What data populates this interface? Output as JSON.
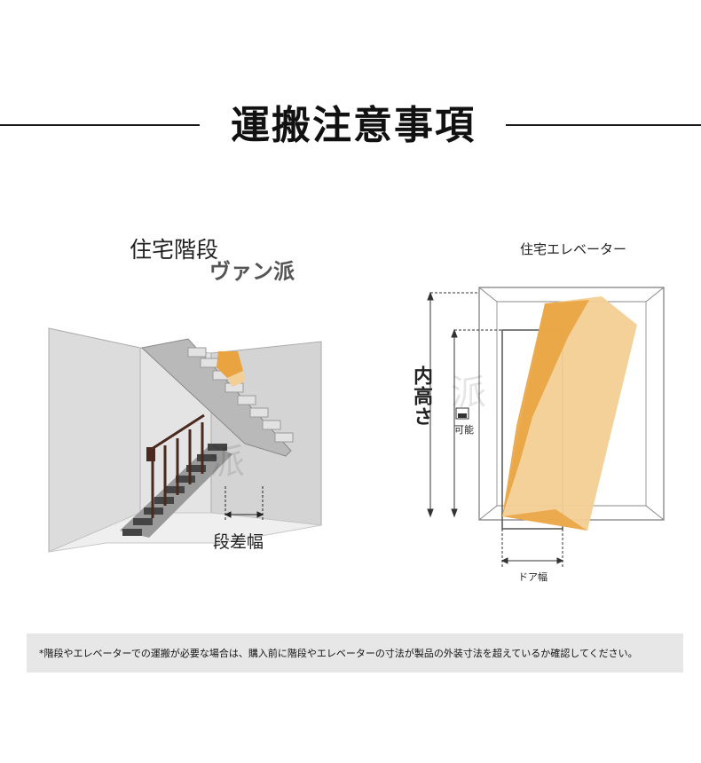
{
  "header": {
    "title": "運搬注意事項"
  },
  "stairs": {
    "title": "住宅階段",
    "subtitle": "ヴァン派",
    "dimension_label": "段差幅"
  },
  "elevator": {
    "title": "住宅エレベーター",
    "height_label": "内高さ",
    "possible_label": "可能",
    "door_label": "ドア幅"
  },
  "note": {
    "text": "*階段やエレベーターでの運搬が必要な場合は、購入前に階段やエレベーターの寸法が製品の外装寸法を超えているか確認してください。"
  },
  "watermark": {
    "text": "派"
  },
  "colors": {
    "wall": "#d9d9d9",
    "wall_dark": "#bcbcbc",
    "stair_gray": "#3c3c3c",
    "railing": "#4a2a1e",
    "box_orange": "#e9a340",
    "box_light": "#f4cf95",
    "note_bg": "#e7e7e7"
  }
}
